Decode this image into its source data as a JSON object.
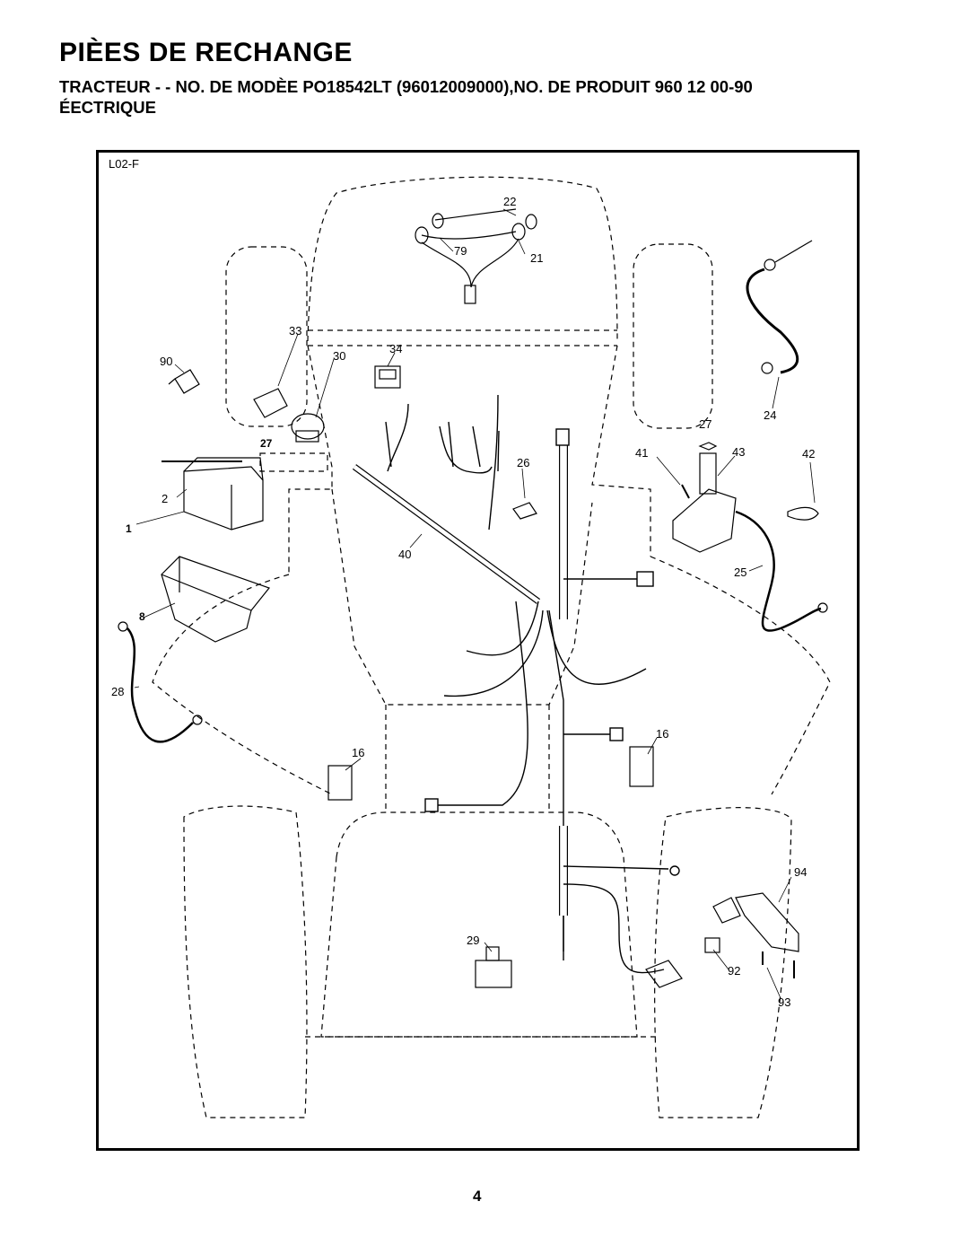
{
  "header": {
    "title": "PIÈES DE RECHANGE",
    "subtitle_line1": "TRACTEUR - - NO. DE MODÈE PO18542LT (96012009000),NO. DE PRODUIT 960 12 00-90",
    "subtitle_line2": "ÉECTRIQUE"
  },
  "diagram": {
    "code": "L02-F",
    "callouts": {
      "c22": "22",
      "c79": "79",
      "c21": "21",
      "c33": "33",
      "c30": "30",
      "c34": "34",
      "c90": "90",
      "c27a": "27",
      "c2": "2",
      "c1": "1",
      "c24": "24",
      "c27b": "27",
      "c41": "41",
      "c43": "43",
      "c42": "42",
      "c26": "26",
      "c40": "40",
      "c25": "25",
      "c8": "8",
      "c28": "28",
      "c16a": "16",
      "c16b": "16",
      "c94": "94",
      "c29": "29",
      "c92": "92",
      "c93": "93"
    }
  },
  "footer": {
    "page_number": "4"
  }
}
